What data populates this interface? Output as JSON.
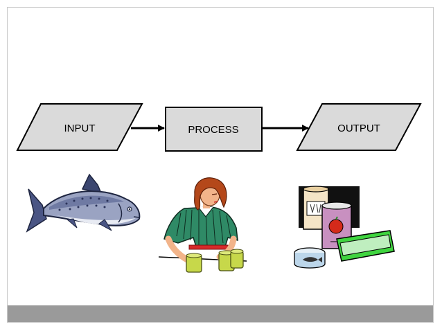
{
  "flow": {
    "steps": [
      {
        "label": "INPUT",
        "shape": "parallelogram"
      },
      {
        "label": "PROCESS",
        "shape": "rectangle"
      },
      {
        "label": "OUTPUT",
        "shape": "parallelogram"
      }
    ],
    "colors": {
      "box_fill": "#dadada",
      "stroke": "#000000"
    }
  },
  "illustrations": {
    "input": "fish-illustration",
    "process": "woman-canning-illustration",
    "output": "canned-goods-illustration"
  },
  "footer": {
    "color": "#9a9a9a"
  }
}
